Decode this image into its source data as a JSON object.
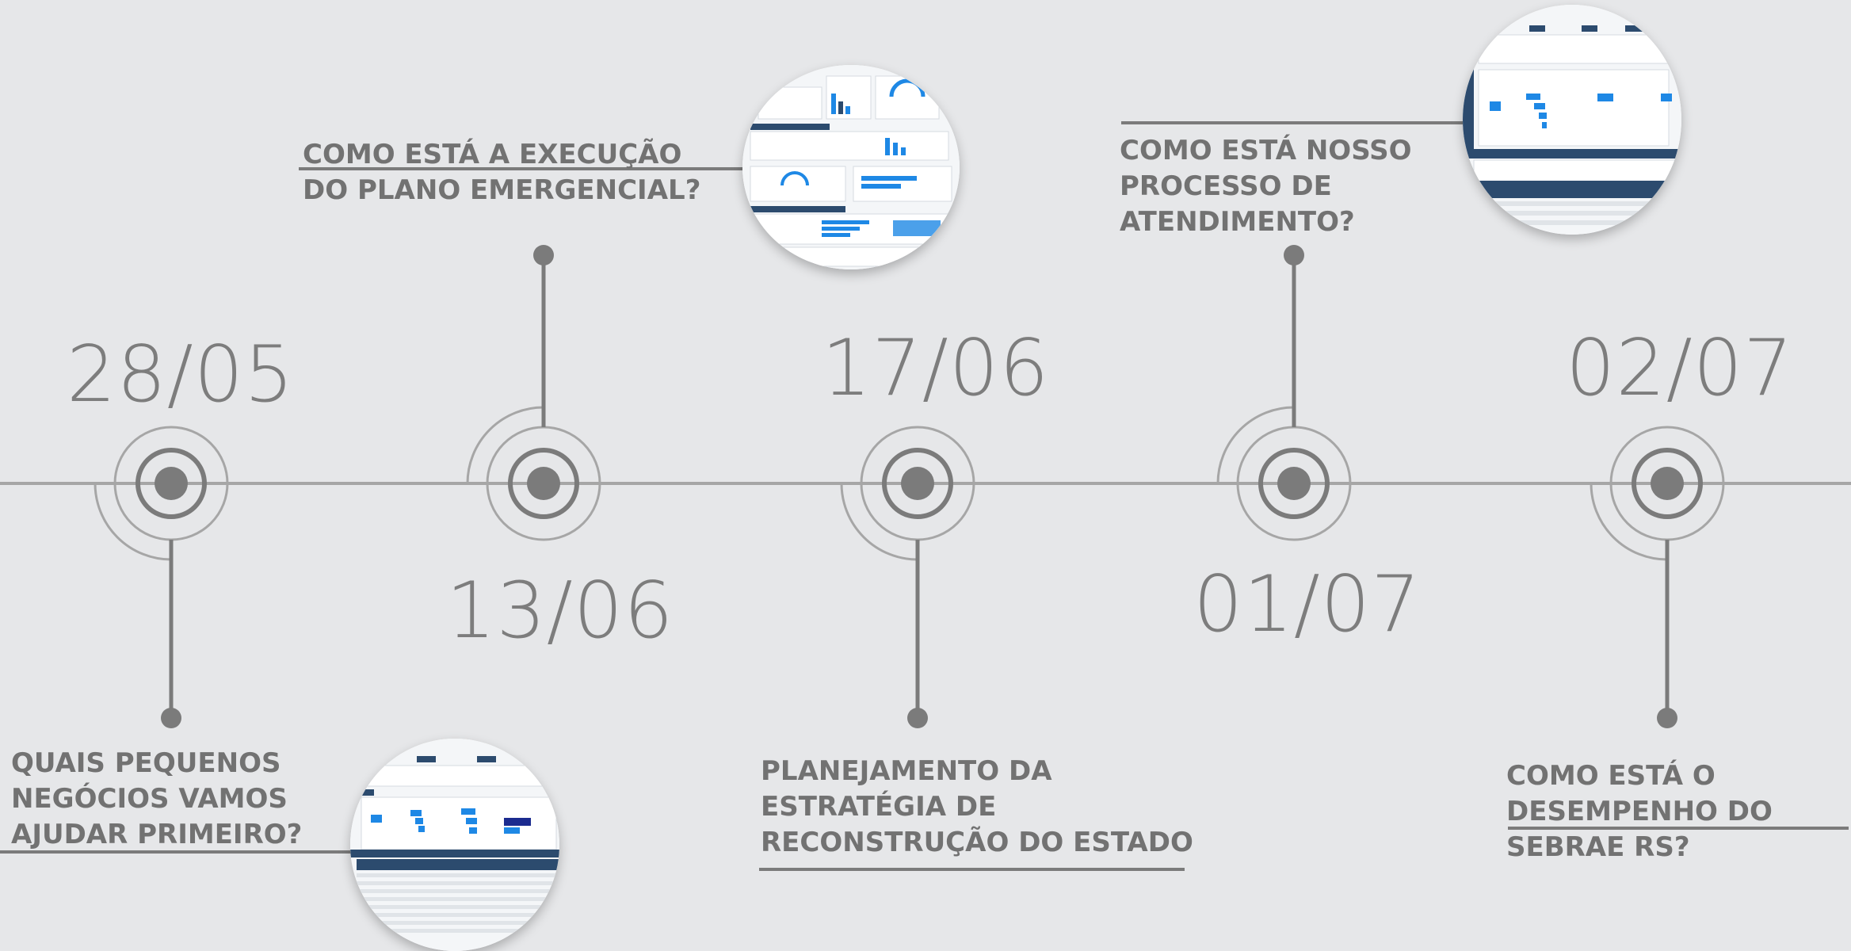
{
  "colors": {
    "background": "#e6e7e9",
    "line": "#a6a6a6",
    "dark": "#7b7b7b",
    "text": "#727272",
    "thumb_accent": "#1e88e5",
    "thumb_header": "#2c4b6e"
  },
  "milestones": [
    {
      "date": "28/05",
      "question_lines": [
        "QUAIS PEQUENOS",
        "NEGÓCIOS VAMOS",
        "AJUDAR PRIMEIRO?"
      ]
    },
    {
      "date": "13/06",
      "question_lines": [
        "COMO ESTÁ A EXECUÇÃO",
        "DO PLANO EMERGENCIAL?"
      ]
    },
    {
      "date": "17/06",
      "question_lines": [
        "PLANEJAMENTO DA",
        "ESTRATÉGIA DE",
        "RECONSTRUÇÃO DO ESTADO"
      ]
    },
    {
      "date": "01/07",
      "question_lines": [
        "COMO ESTÁ NOSSO",
        "PROCESSO DE",
        "ATENDIMENTO?"
      ]
    },
    {
      "date": "02/07",
      "question_lines": [
        "COMO ESTÁ O",
        "DESEMPENHO DO",
        "SEBRAE RS?"
      ]
    }
  ],
  "thumbnails": [
    {
      "id": "thumb-plano-emergencial",
      "icon": "dashboard-thumbnail"
    },
    {
      "id": "thumb-atendimento",
      "icon": "dashboard-thumbnail"
    },
    {
      "id": "thumb-pequenos-negocios",
      "icon": "dashboard-thumbnail"
    }
  ]
}
